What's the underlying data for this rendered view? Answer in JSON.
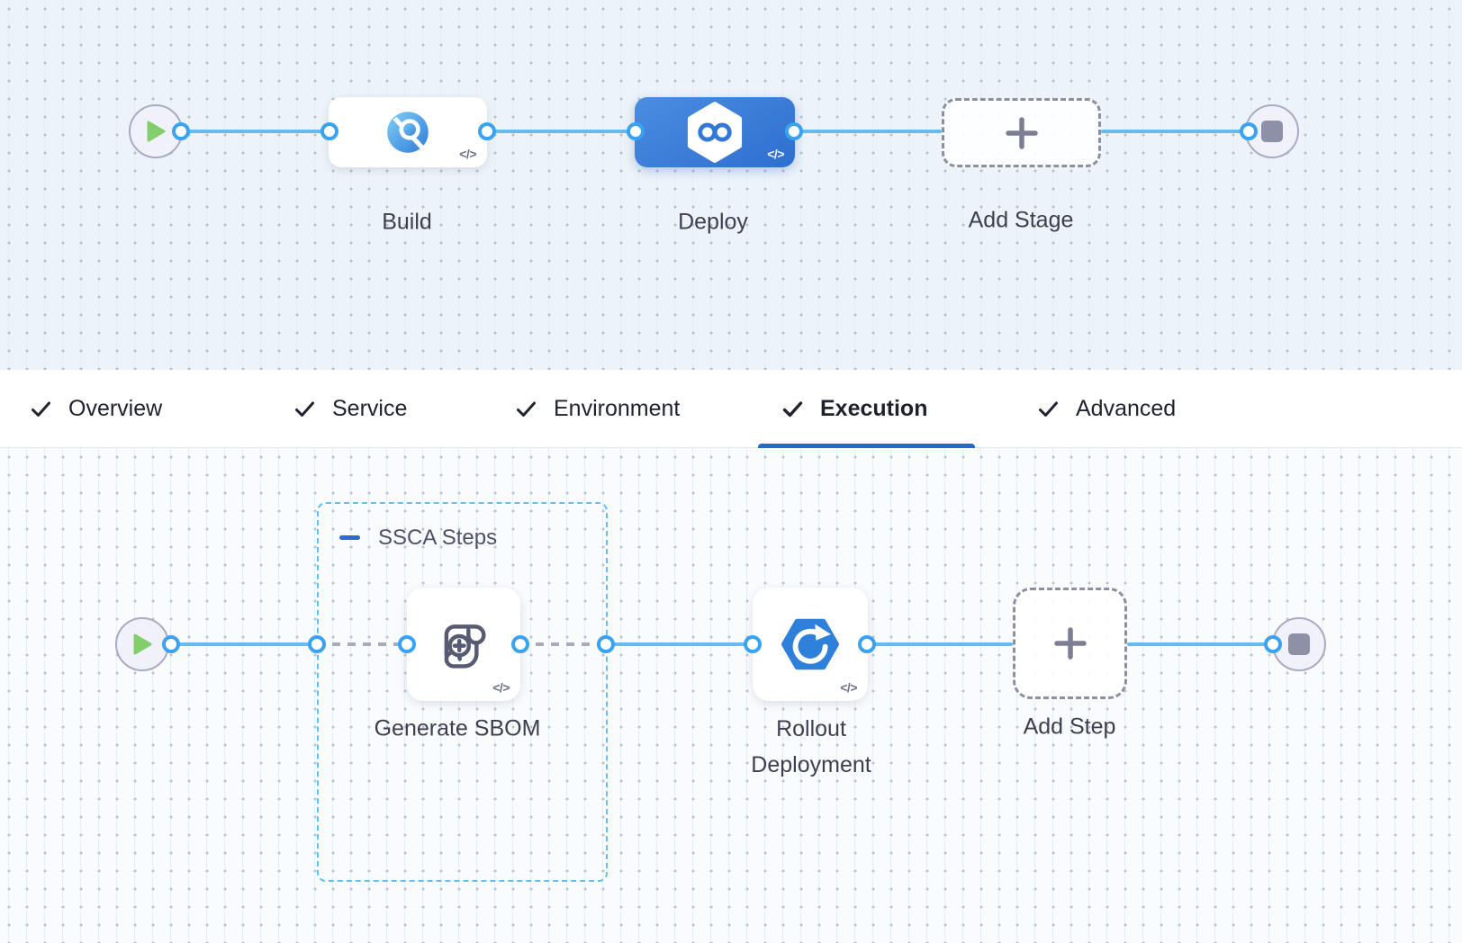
{
  "pipeline_stages": {
    "stages": [
      {
        "label": "Build",
        "icon": "ci-build-icon",
        "selected": false
      },
      {
        "label": "Deploy",
        "icon": "cd-deploy-icon",
        "selected": true
      },
      {
        "label": "Add Stage",
        "icon": "plus-icon",
        "selected": false
      }
    ],
    "code_badge": "</>"
  },
  "tabs": {
    "items": [
      {
        "label": "Overview",
        "checked": true,
        "active": false
      },
      {
        "label": "Service",
        "checked": true,
        "active": false
      },
      {
        "label": "Environment",
        "checked": true,
        "active": false
      },
      {
        "label": "Execution",
        "checked": true,
        "active": true
      },
      {
        "label": "Advanced",
        "checked": true,
        "active": false
      }
    ]
  },
  "execution_steps": {
    "group": {
      "label": "SSCA Steps"
    },
    "steps": [
      {
        "label": "Generate SBOM",
        "icon": "sbom-scroll-icon"
      },
      {
        "label": "Rollout Deployment",
        "icon": "rollout-deployment-icon"
      },
      {
        "label": "Add Step",
        "icon": "plus-icon"
      }
    ],
    "code_badge": "</>"
  },
  "colors": {
    "selected_stage_blue": "#3579d6",
    "connector_blue": "#64bbf2",
    "connector_point_blue": "#3ba2f0",
    "active_tab_underline": "#2468d2",
    "group_border_blue": "#62bff2",
    "play_green": "#82ce6d",
    "end_square_gray": "#8d90a7"
  }
}
